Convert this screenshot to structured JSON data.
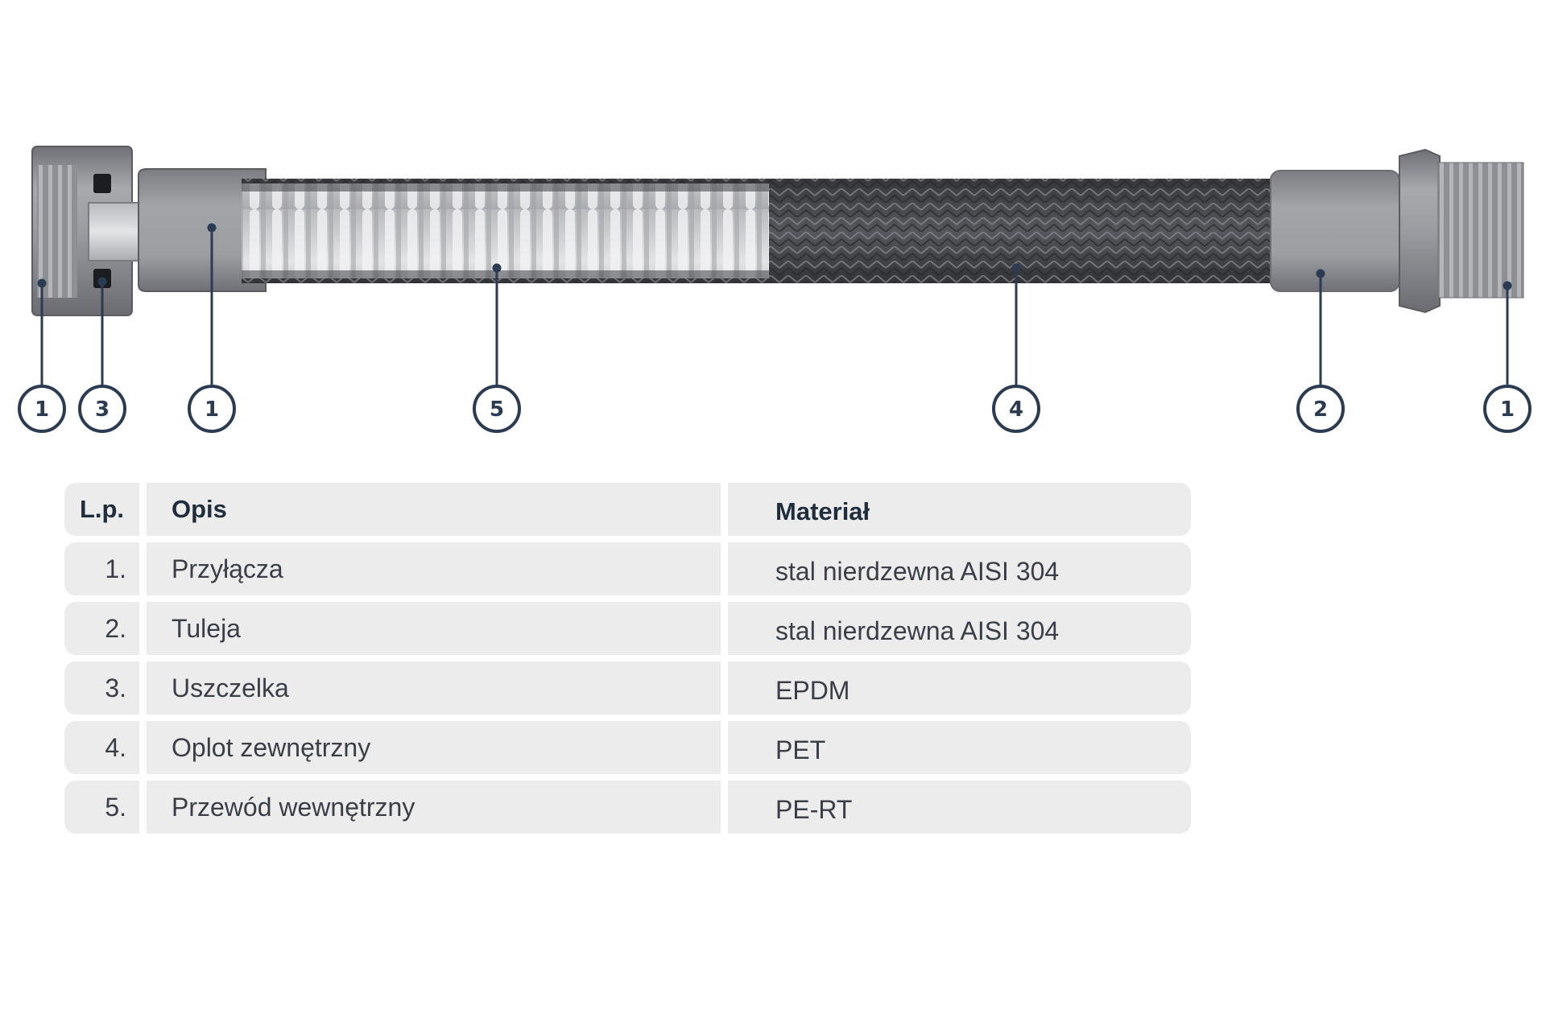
{
  "colors": {
    "callout_stroke": "#2a3b52",
    "row_background": "#ececed",
    "metal": "#8e9096",
    "braid": "#45474c"
  },
  "diagram": {
    "callouts": [
      {
        "label": "1",
        "part": "left-nut"
      },
      {
        "label": "3",
        "part": "gasket"
      },
      {
        "label": "1",
        "part": "nipple"
      },
      {
        "label": "5",
        "part": "inner-hose"
      },
      {
        "label": "4",
        "part": "outer-braid"
      },
      {
        "label": "2",
        "part": "sleeve"
      },
      {
        "label": "1",
        "part": "right-fitting"
      }
    ]
  },
  "table": {
    "headers": {
      "num": "L.p.",
      "desc": "Opis",
      "mat": "Materiał"
    },
    "rows": [
      {
        "num": "1.",
        "desc": "Przyłącza",
        "mat": "stal nierdzewna AISI 304"
      },
      {
        "num": "2.",
        "desc": "Tuleja",
        "mat": "stal nierdzewna AISI 304"
      },
      {
        "num": "3.",
        "desc": "Uszczelka",
        "mat": "EPDM"
      },
      {
        "num": "4.",
        "desc": "Oplot zewnętrzny",
        "mat": "PET"
      },
      {
        "num": "5.",
        "desc": "Przewód wewnętrzny",
        "mat": "PE-RT"
      }
    ]
  }
}
